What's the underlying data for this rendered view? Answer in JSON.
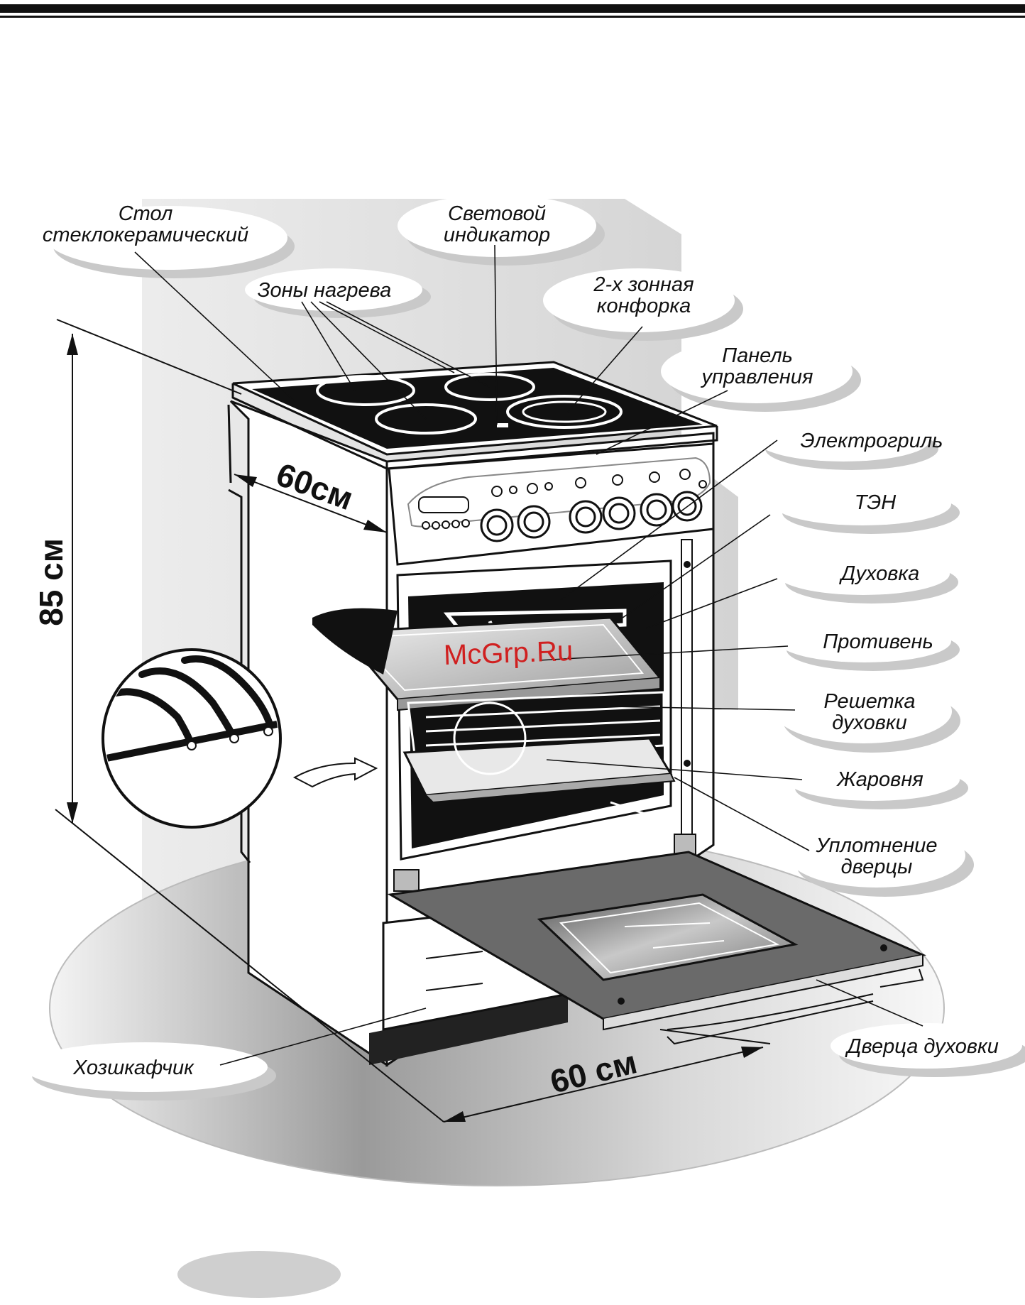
{
  "labels": {
    "glass_top": [
      "Стол",
      "стеклокерамический"
    ],
    "light_indicator": [
      "Световой",
      "индикатор"
    ],
    "heating_zones": [
      "Зоны нагрева"
    ],
    "dual_zone_burner": [
      "2-х зонная",
      "конфорка"
    ],
    "control_panel": [
      "Панель",
      "управления"
    ],
    "electric_grill": [
      "Электрогриль"
    ],
    "heating_element": [
      "ТЭН"
    ],
    "oven": [
      "Духовка"
    ],
    "baking_tray": [
      "Противень"
    ],
    "oven_rack": [
      "Решетка",
      "духовки"
    ],
    "roasting_pan": [
      "Жаровня"
    ],
    "door_seal": [
      "Уплотнение",
      "дверцы"
    ],
    "oven_door": [
      "Дверца духовки"
    ],
    "storage_drawer": [
      "Хозшкафчик"
    ]
  },
  "dimensions": {
    "height": "85 см",
    "depth": "60см",
    "width": "60 см"
  },
  "watermark": "McGrp.Ru",
  "colors": {
    "ink": "#111111",
    "shadow": "#cfcfcf",
    "bubble": "#ffffff",
    "watermark": "#d02020"
  }
}
